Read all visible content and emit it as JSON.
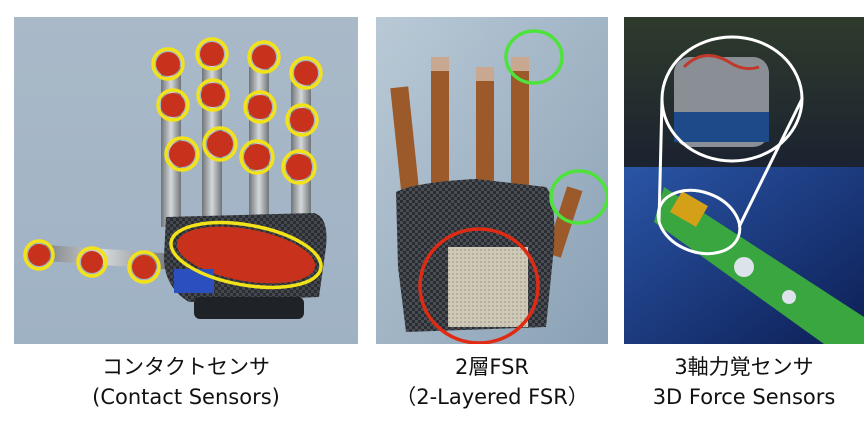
{
  "panels": [
    {
      "id": "contact",
      "caption_line1": "コンタクトセンサ",
      "caption_line2": "(Contact Sensors)"
    },
    {
      "id": "fsr",
      "caption_line1": "2層FSR",
      "caption_line2": "（2-Layered FSR）"
    },
    {
      "id": "force",
      "caption_line1": "3軸力覚センサ",
      "caption_line2": "3D Force Sensors"
    }
  ],
  "colors": {
    "contact_marker": "#f2e21a",
    "fsr_marker": "#e02b14",
    "force_marker": "#4de33a",
    "zoom_outline": "#ffffff"
  }
}
